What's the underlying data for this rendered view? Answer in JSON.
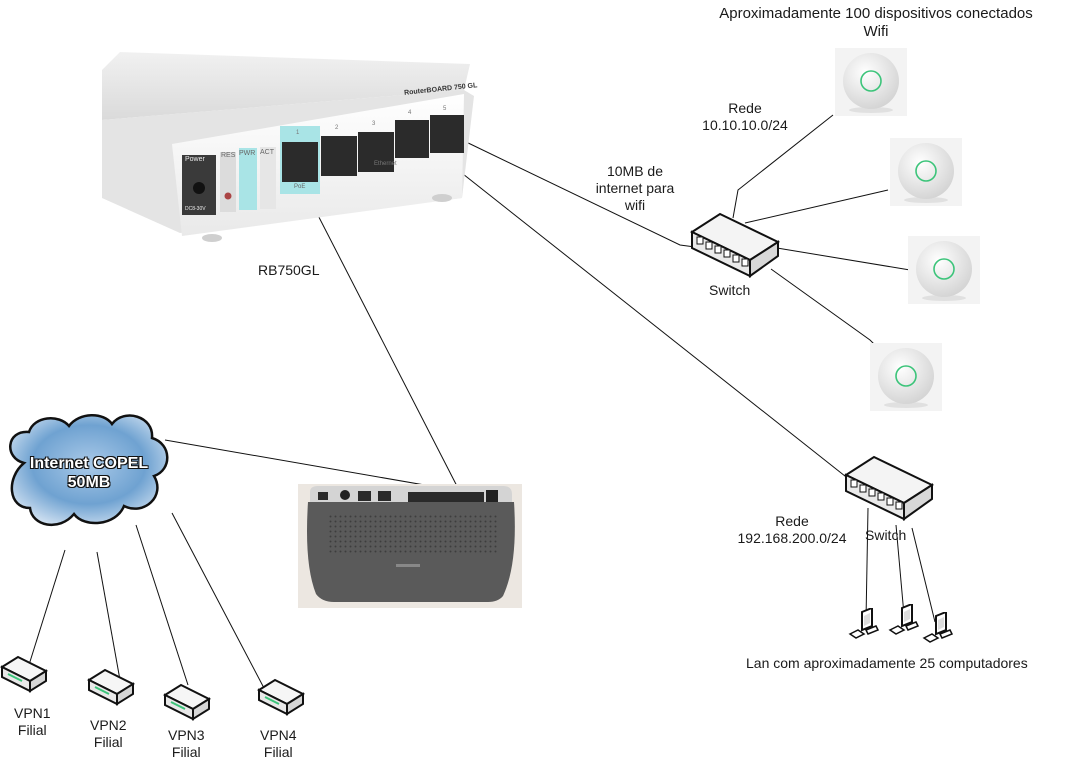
{
  "diagram": {
    "router_label": "RB750GL",
    "router_device": {
      "brand_text": "RouterBOARD 750 GL",
      "power_label": "Power",
      "power_sub": "DC8-30V",
      "res_label": "RES",
      "pwr_label": "PWR",
      "act_label": "ACT",
      "port_numbers": [
        "1",
        "2",
        "3",
        "4",
        "5"
      ],
      "poe_label": "PoE",
      "ethernet_label": "Ethernet",
      "accent_color": "#a9e4e6"
    },
    "internet": {
      "line1": "Internet COPEL",
      "line2": "50MB",
      "color": "#5b93c9"
    },
    "vpns": [
      {
        "name": "VPN1",
        "sub": "Filial"
      },
      {
        "name": "VPN2",
        "sub": "Filial"
      },
      {
        "name": "VPN3",
        "sub": "Filial"
      },
      {
        "name": "VPN4",
        "sub": "Filial"
      }
    ],
    "wifi": {
      "title_line1": "Aproximadamente 100 dispositivos conectados",
      "title_line2": "Wifi",
      "net_line1": "Rede",
      "net_line2": "10.10.10.0/24",
      "bandwidth_line1": "10MB de",
      "bandwidth_line2": "internet para",
      "bandwidth_line3": "wifi",
      "switch_label": "Switch",
      "access_point_count": 4,
      "led_color": "#3cc47a"
    },
    "lan": {
      "net_line1": "Rede",
      "net_line2": "192.168.200.0/24",
      "switch_label": "Switch",
      "caption": "Lan com aproximadamente 25 computadores",
      "computer_count": 3
    }
  }
}
